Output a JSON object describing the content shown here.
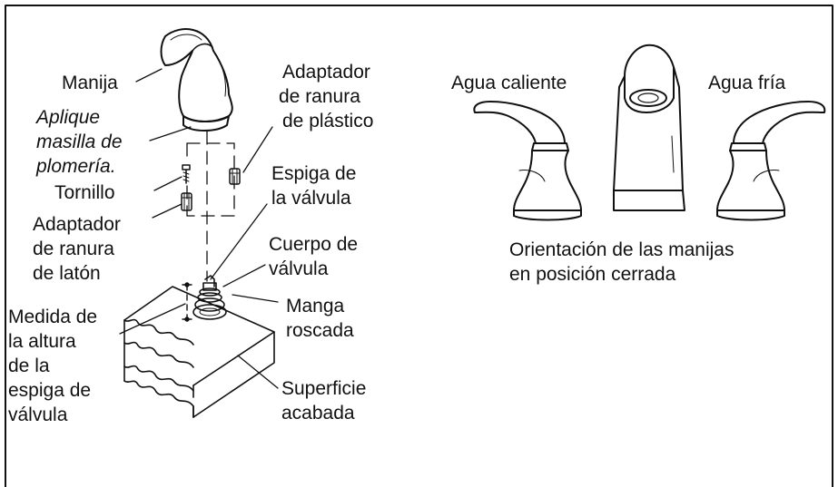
{
  "labels": {
    "manija": "Manija",
    "aplique": [
      "Aplique",
      "masilla de",
      "plomería."
    ],
    "tornillo": "Tornillo",
    "adaptador_laton": [
      "Adaptador",
      "de ranura",
      "de latón"
    ],
    "adaptador_plastico": [
      "Adaptador",
      "de ranura",
      "de plástico"
    ],
    "espiga": [
      "Espiga de",
      "la válvula"
    ],
    "cuerpo": [
      "Cuerpo de",
      "válvula"
    ],
    "manga": [
      "Manga",
      "roscada"
    ],
    "medida": [
      "Medida de",
      "la altura",
      "de la",
      "espiga de",
      "válvula"
    ],
    "superficie": [
      "Superficie",
      "acabada"
    ],
    "agua_caliente": "Agua caliente",
    "agua_fria": "Agua fría",
    "orientacion": [
      "Orientación de las manijas",
      "en posición cerrada"
    ]
  }
}
